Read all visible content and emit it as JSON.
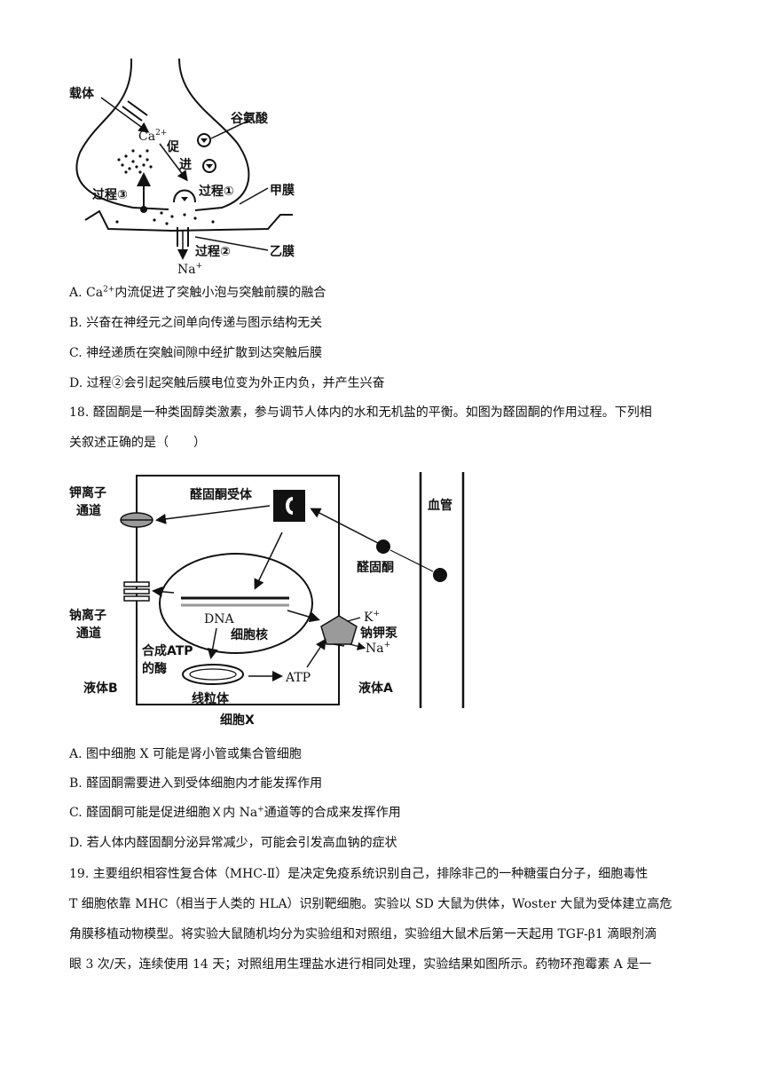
{
  "diagram1": {
    "carrier": "载体",
    "ca": "Ca",
    "ca_sup": "2+",
    "promote1": "促",
    "promote2": "进",
    "glutamate": "谷氨酸",
    "process1": "过程①",
    "process2": "过程②",
    "process3": "过程③",
    "membrane_a": "甲膜",
    "membrane_b": "乙膜",
    "na": "Na",
    "na_sup": "+"
  },
  "q17_options": {
    "a_prefix": "A. Ca",
    "a_sup": "2+",
    "a_text": "内流促进了突触小泡与突触前膜的融合",
    "b": "B. 兴奋在神经元之间单向传递与图示结构无关",
    "c": "C. 神经递质在突触间隙中经扩散到达突触后膜",
    "d": "D. 过程②会引起突触后膜电位变为外正内负，并产生兴奋"
  },
  "q18": {
    "line1": "18. 醛固酮是一种类固醇类激素，参与调节人体内的水和无机盐的平衡。如图为醛固酮的作用过程。下列相",
    "line2": "关叙述正确的是（　　）"
  },
  "diagram2": {
    "k_channel1": "钾离子",
    "k_channel2": "通道",
    "receptor": "醛固酮受体",
    "blood_vessel": "血管",
    "aldosterone": "醛固酮",
    "na_channel1": "钠离子",
    "na_channel2": "通道",
    "dna": "DNA",
    "nucleus": "细胞核",
    "k": "K",
    "k_sup": "+",
    "pump": "钠钾泵",
    "na": "Na",
    "na_sup": "+",
    "atp_enzyme1": "合成ATP",
    "atp_enzyme2": "的酶",
    "fluid_b": "液体B",
    "atp": "ATP",
    "fluid_a": "液体A",
    "mitochondria": "线粒体",
    "cell_x": "细胞X"
  },
  "q18_options": {
    "a": "A. 图中细胞 X 可能是肾小管或集合管细胞",
    "b": "B. 醛固酮需要进入到受体细胞内才能发挥作用",
    "c_prefix": "C. 醛固酮可能是促进细胞Ｘ内 Na",
    "c_sup": "+",
    "c_text": "通道等的合成来发挥作用",
    "d": "D. 若人体内醛固酮分泌异常减少，可能会引发高血钠的症状"
  },
  "q19": {
    "line1": "19. 主要组织相容性复合体（MHC-Ⅱ）是决定免疫系统识别自己，排除非己的一种糖蛋白分子，细胞毒性",
    "line2": "T 细胞依靠 MHC（相当于人类的 HLA）识别靶细胞。实验以 SD 大鼠为供体，Woster 大鼠为受体建立高危",
    "line3": "角膜移植动物模型。将实验大鼠随机均分为实验组和对照组，实验组大鼠术后第一天起用 TGF-β1 滴眼剂滴",
    "line4": "眼 3 次/天，连续使用 14 天；对照组用生理盐水进行相同处理，实验结果如图所示。药物环孢霉素 A 是一"
  }
}
